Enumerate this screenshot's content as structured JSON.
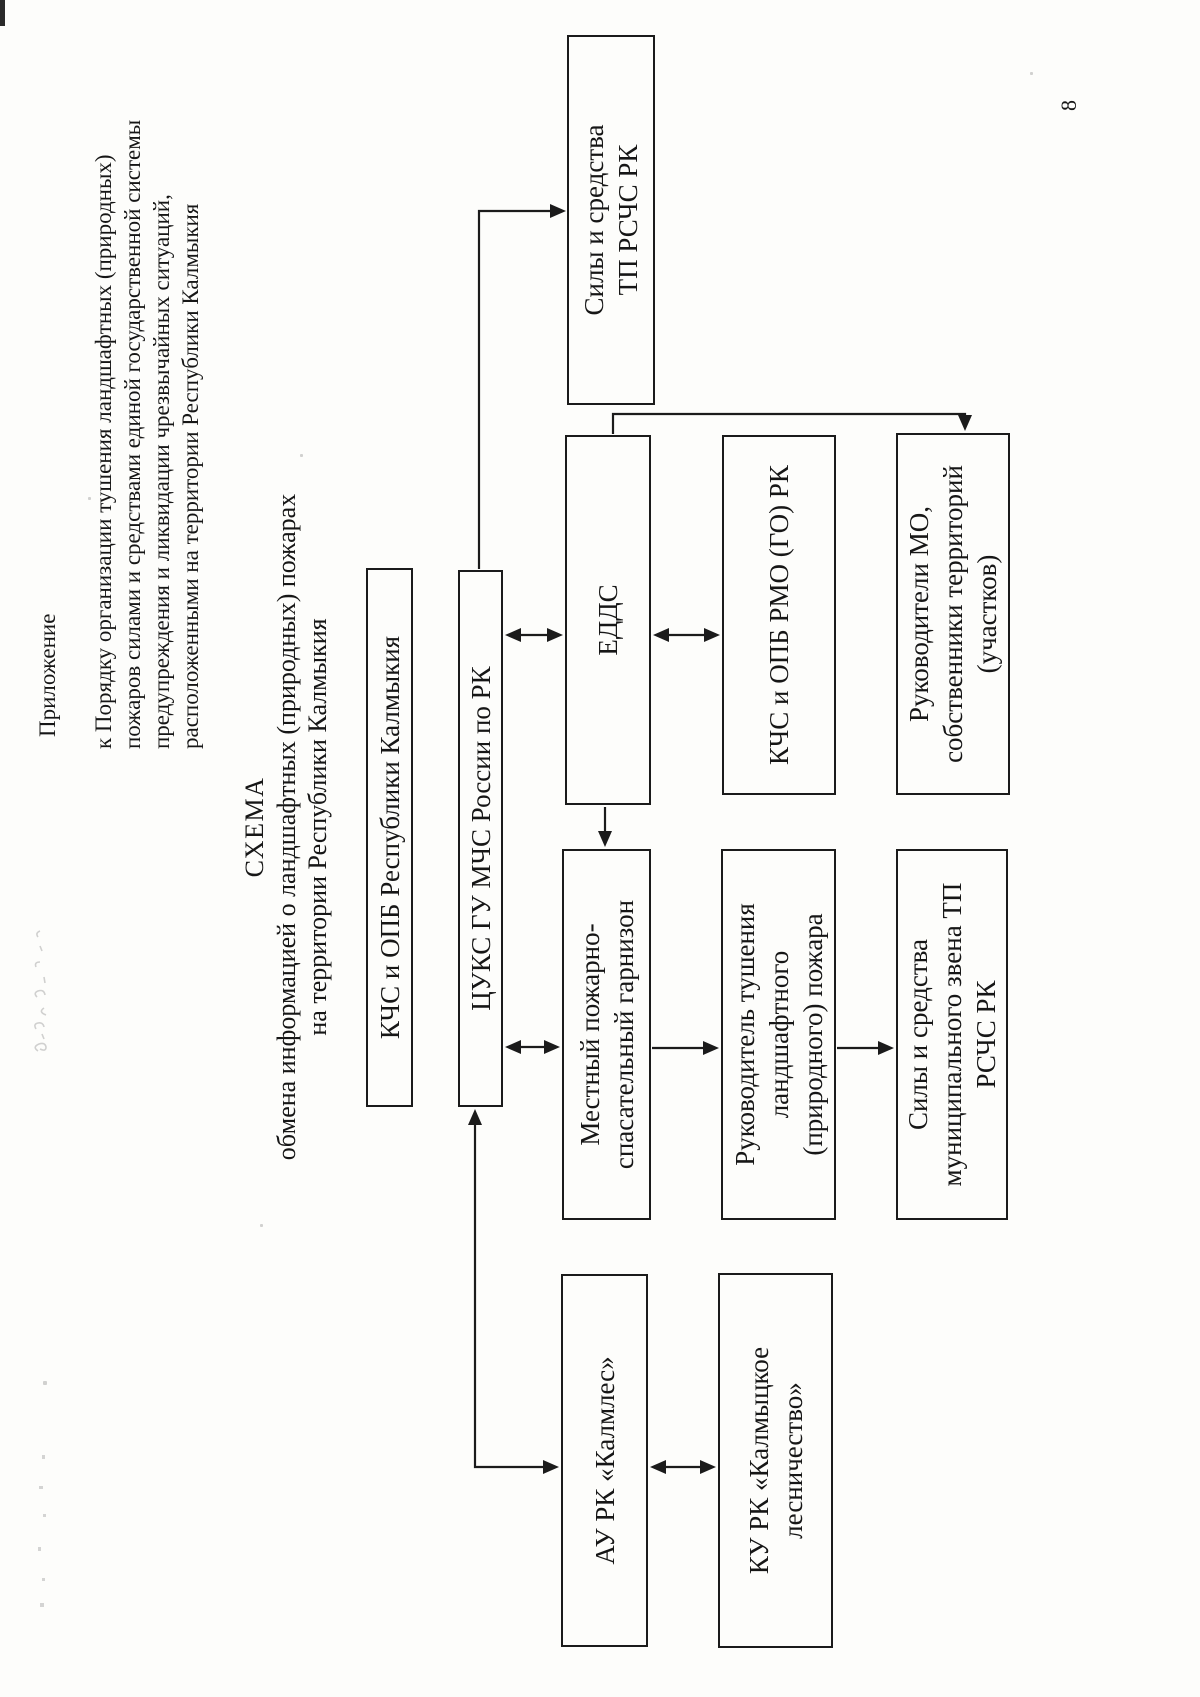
{
  "page": {
    "number": "8",
    "background": "#fdfdfb",
    "ink": "#1b1b1b"
  },
  "annotation_block": {
    "lines": [
      "Приложение",
      "к Порядку организации тушения ландшафтных (природных)",
      "пожаров силами и средствами единой государственной системы",
      "предупреждения и ликвидации чрезвычайных ситуаций,",
      "расположенными на территории Республики Калмыкия"
    ]
  },
  "title": {
    "lines": [
      "СХЕМА",
      "обмена информацией о ландшафтных (природных) пожарах",
      "на территории Республики Калмыкия"
    ]
  },
  "diagram": {
    "nodes": [
      {
        "id": "kchs_rk",
        "label": "КЧС и ОПБ Республики Калмыкия"
      },
      {
        "id": "tsuks",
        "label": "ЦУКС ГУ МЧС России по РК"
      },
      {
        "id": "sily_tp",
        "label": "Силы и средства\nТП РСЧС РК"
      },
      {
        "id": "edds",
        "label": "ЕДДС"
      },
      {
        "id": "mestny",
        "label": "Местный пожарно-\nспасательный гарнизон"
      },
      {
        "id": "au_rk",
        "label": "АУ РК «Калмлес»"
      },
      {
        "id": "kchs_rmo",
        "label": "КЧС и ОПБ РМО (ГО) РК"
      },
      {
        "id": "rtp",
        "label": "Руководитель тушения\nландшафтного\n(природного) пожара"
      },
      {
        "id": "ku_rk",
        "label": "КУ РК «Калмыцкое\nлесничество»"
      },
      {
        "id": "ruk_mo",
        "label": "Руководители МО,\nсобственники территорий\n(участков)"
      },
      {
        "id": "sily_mun",
        "label": "Силы и средства\nмуниципального звена ТП\nРСЧС РК"
      }
    ],
    "edges": [
      {
        "from": "au_rk",
        "to": "tsuks",
        "bidirectional": true
      },
      {
        "from": "au_rk",
        "to": "ku_rk",
        "bidirectional": true
      },
      {
        "from": "tsuks",
        "to": "sily_tp",
        "bidirectional": false
      },
      {
        "from": "tsuks",
        "to": "edds",
        "bidirectional": true
      },
      {
        "from": "tsuks",
        "to": "mestny",
        "bidirectional": true
      },
      {
        "from": "edds",
        "to": "kchs_rmo",
        "bidirectional": true
      },
      {
        "from": "edds",
        "to": "mestny",
        "bidirectional": false
      },
      {
        "from": "edds",
        "to": "ruk_mo",
        "bidirectional": false
      },
      {
        "from": "mestny",
        "to": "rtp",
        "bidirectional": false
      },
      {
        "from": "rtp",
        "to": "sily_mun",
        "bidirectional": false
      }
    ]
  }
}
